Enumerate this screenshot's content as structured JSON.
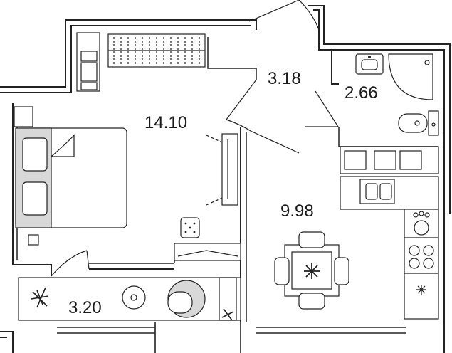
{
  "rooms": {
    "bedroom_area": "14.10",
    "hall_area": "3.18",
    "bathroom_area": "2.66",
    "kitchen_area": "9.98",
    "balcony_area": "3.20"
  },
  "colors": {
    "wall": "#111111",
    "furniture_fill": "#d8d8d8",
    "background": "#ffffff"
  }
}
